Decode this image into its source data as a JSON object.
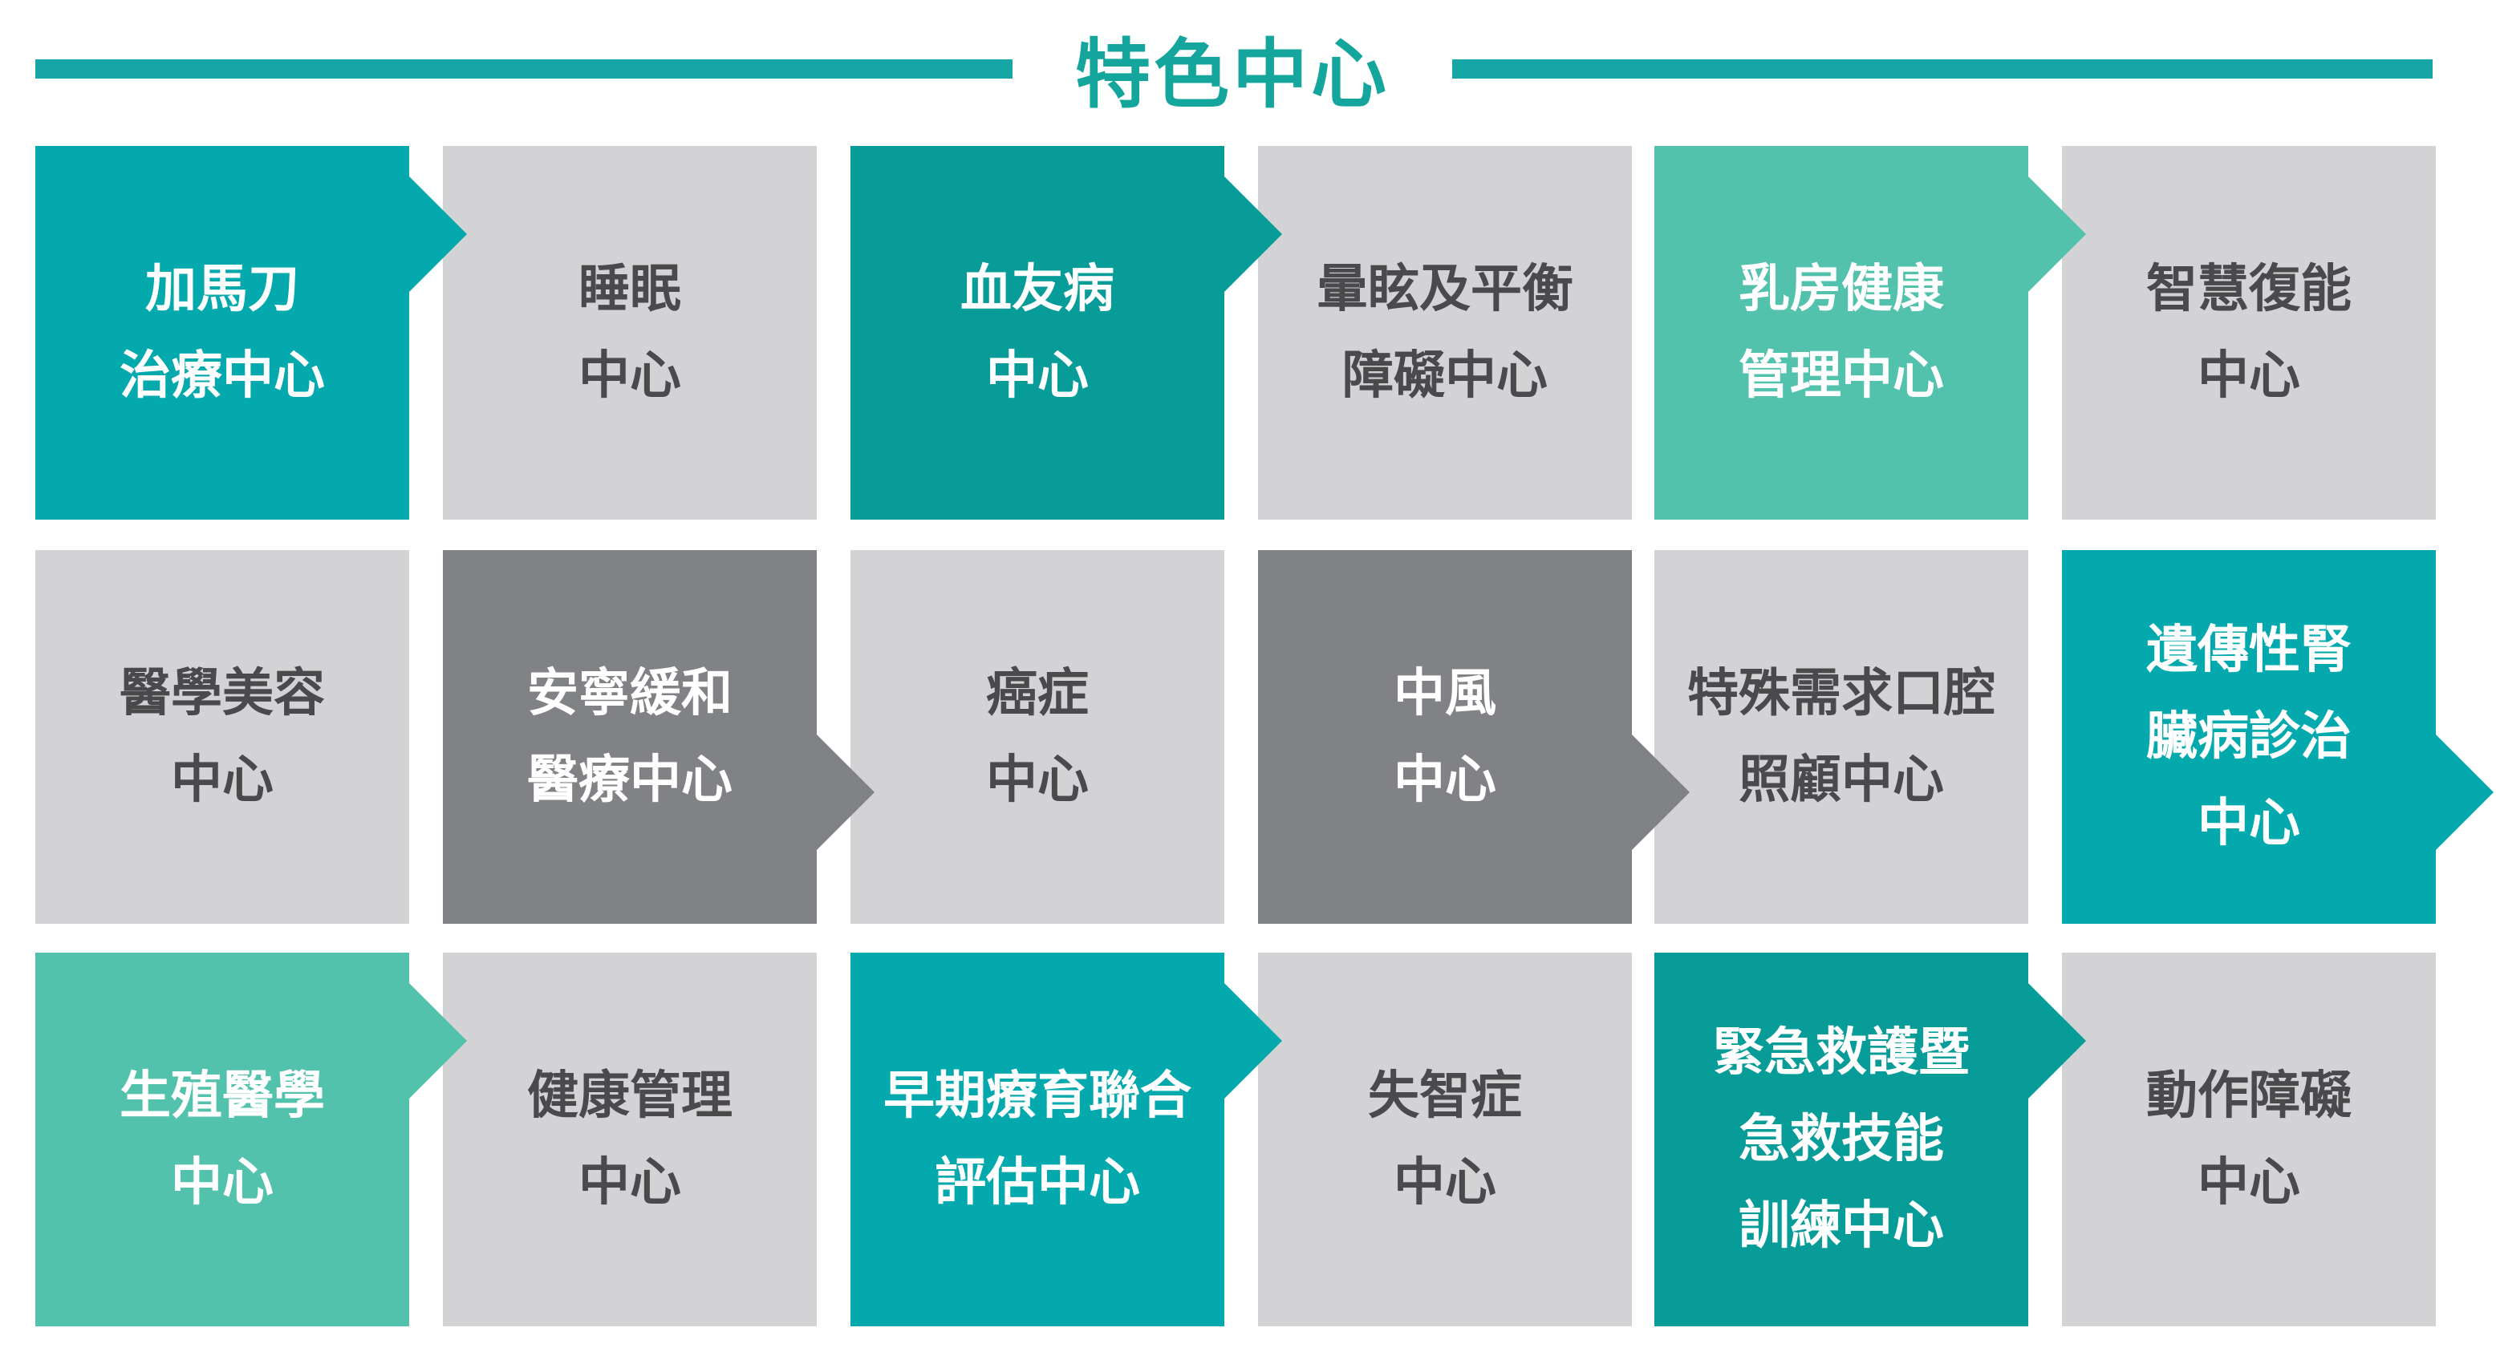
{
  "title": "特色中心",
  "colors": {
    "title": "#14a59c",
    "line": "#14a5a4",
    "teal": "#03a9ac",
    "teal_dark": "#089c98",
    "mint": "#52c2ac",
    "light_gray": "#d3d3d5",
    "dark_gray": "#818285"
  },
  "rows": [
    [
      {
        "lines": [
          "加馬刀",
          "治療中心"
        ],
        "color": "teal",
        "arrow": "top-right"
      },
      {
        "lines": [
          "睡眠",
          "中心"
        ],
        "color": "light_gray"
      },
      {
        "lines": [
          "血友病",
          "中心"
        ],
        "color": "teal_dark",
        "arrow": "top-right"
      },
      {
        "lines": [
          "暈眩及平衡",
          "障礙中心"
        ],
        "color": "light_gray"
      },
      {
        "lines": [
          "乳房健康",
          "管理中心"
        ],
        "color": "mint",
        "arrow": "top-right"
      },
      {
        "lines": [
          "智慧復能",
          "中心"
        ],
        "color": "light_gray"
      }
    ],
    [
      {
        "lines": [
          "醫學美容",
          "中心"
        ],
        "color": "light_gray"
      },
      {
        "lines": [
          "安寧緩和",
          "醫療中心"
        ],
        "color": "dark_gray",
        "arrow": "bottom-right"
      },
      {
        "lines": [
          "癌症",
          "中心"
        ],
        "color": "light_gray"
      },
      {
        "lines": [
          "中風",
          "中心"
        ],
        "color": "dark_gray",
        "arrow": "bottom-right"
      },
      {
        "lines": [
          "特殊需求口腔",
          "照顧中心"
        ],
        "color": "light_gray"
      },
      {
        "lines": [
          "遺傳性腎",
          "臟病診治",
          "中心"
        ],
        "color": "teal",
        "arrow": "bottom-right"
      }
    ],
    [
      {
        "lines": [
          "生殖醫學",
          "中心"
        ],
        "color": "mint",
        "arrow": "top-right"
      },
      {
        "lines": [
          "健康管理",
          "中心"
        ],
        "color": "light_gray"
      },
      {
        "lines": [
          "早期療育聯合",
          "評估中心"
        ],
        "color": "teal",
        "arrow": "top-right"
      },
      {
        "lines": [
          "失智症",
          "中心"
        ],
        "color": "light_gray"
      },
      {
        "lines": [
          "緊急救護暨",
          "急救技能",
          "訓練中心"
        ],
        "color": "teal_dark",
        "arrow": "top-right"
      },
      {
        "lines": [
          "動作障礙",
          "中心"
        ],
        "color": "light_gray"
      }
    ]
  ]
}
